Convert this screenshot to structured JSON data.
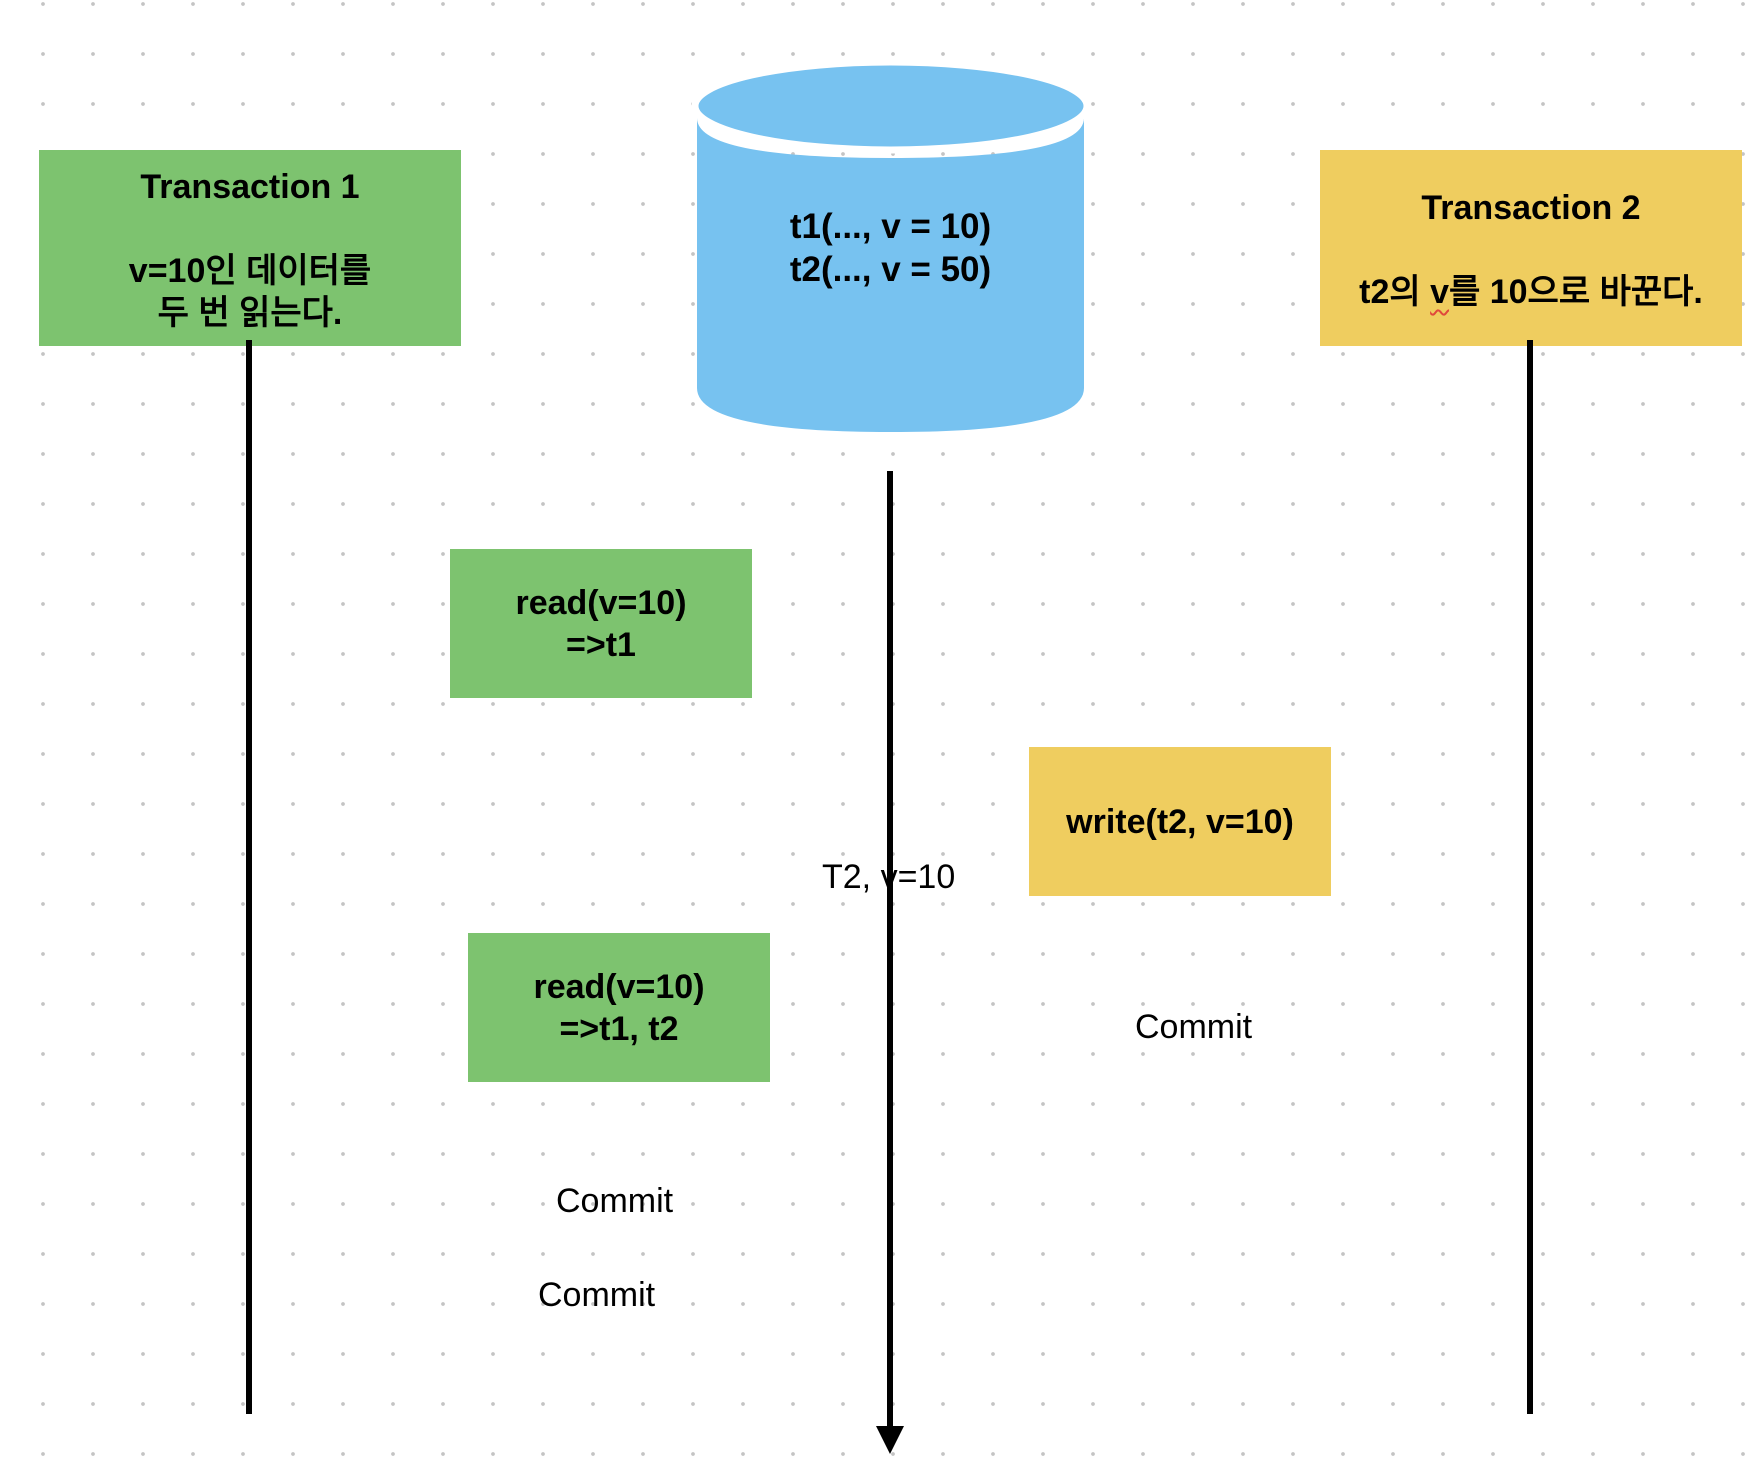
{
  "colors": {
    "transaction1": "#7dc36f",
    "transaction2": "#efcd5f",
    "database": "#77c2f0",
    "lifeline": "#000000",
    "grid_dot": "#c4c4c4"
  },
  "transaction1": {
    "title": "Transaction 1",
    "description": "v=10인 데이터를\n두 번 읽는다."
  },
  "transaction2": {
    "title": "Transaction 2",
    "description_prefix": "t2의 ",
    "description_flagged": "v",
    "description_suffix": "를 10으로 바꾼다."
  },
  "database": {
    "icon": "database-cylinder-icon",
    "rows": "t1(..., v = 10)\nt2(..., v = 50)"
  },
  "steps": {
    "read1": "read(v=10)\n=>t1",
    "write1": "write(t2, v=10)",
    "read2": "read(v=10)\n=>t1, t2",
    "db_state_label": "T2, v=10",
    "commit_t2": "Commit",
    "commit_t1_a": "Commit",
    "commit_t1_b": "Commit"
  }
}
